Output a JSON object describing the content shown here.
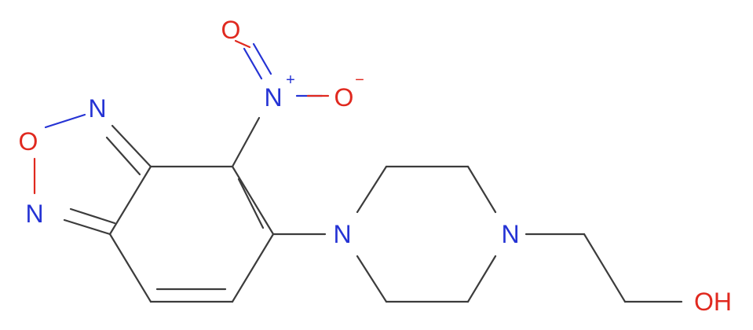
{
  "colors": {
    "carbon_bond": "#3c3c3c",
    "nitrogen": "#2533d4",
    "oxygen": "#e0291f"
  },
  "atoms": {
    "nitro_o_double": "O",
    "nitro_n": "N",
    "nitro_n_charge": "+",
    "nitro_o_minus": "O",
    "nitro_o_charge": "−",
    "oxadiazole_n_top": "N",
    "oxadiazole_o": "O",
    "oxadiazole_n_bottom": "N",
    "piperazine_n_left": "N",
    "piperazine_n_right": "N",
    "hydroxyl": "OH"
  }
}
